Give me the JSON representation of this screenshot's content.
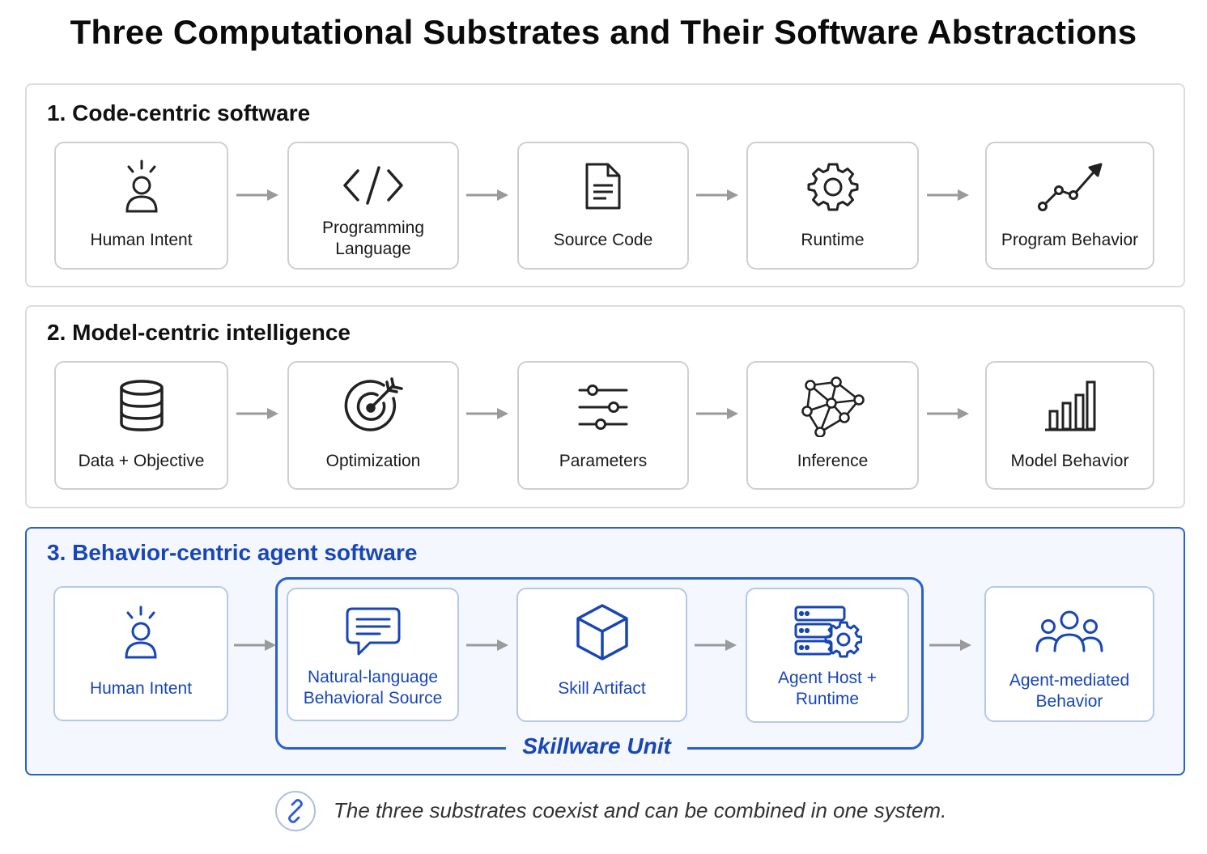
{
  "title": "Three Computational Substrates and Their Software Abstractions",
  "rows": [
    {
      "heading": "1. Code-centric software",
      "nodes": [
        {
          "label": "Human Intent",
          "icon": "person-idea-icon"
        },
        {
          "label": "Programming Language",
          "icon": "code-brackets-icon"
        },
        {
          "label": "Source Code",
          "icon": "document-icon"
        },
        {
          "label": "Runtime",
          "icon": "gear-icon"
        },
        {
          "label": "Program Behavior",
          "icon": "trend-line-icon"
        }
      ]
    },
    {
      "heading": "2. Model-centric intelligence",
      "nodes": [
        {
          "label": "Data + Objective",
          "icon": "database-icon"
        },
        {
          "label": "Optimization",
          "icon": "target-icon"
        },
        {
          "label": "Parameters",
          "icon": "sliders-icon"
        },
        {
          "label": "Inference",
          "icon": "network-icon"
        },
        {
          "label": "Model Behavior",
          "icon": "bar-chart-icon"
        }
      ]
    },
    {
      "heading": "3. Behavior-centric agent software",
      "nodes": [
        {
          "label": "Human Intent",
          "icon": "person-idea-icon"
        },
        {
          "label": "Natural-language Behavioral Source",
          "icon": "chat-bubble-icon"
        },
        {
          "label": "Skill Artifact",
          "icon": "cube-icon"
        },
        {
          "label": "Agent Host + Runtime",
          "icon": "server-gear-icon"
        },
        {
          "label": "Agent-mediated Behavior",
          "icon": "people-group-icon"
        }
      ],
      "group_label": "Skillware Unit"
    }
  ],
  "footer": {
    "text": "The three substrates coexist and can be combined in one system.",
    "icon": "link-icon"
  },
  "colors": {
    "accent_blue": "#1846b5",
    "panel_border_grey": "#dcdcdc",
    "arrow_grey": "#9a9a9a"
  }
}
